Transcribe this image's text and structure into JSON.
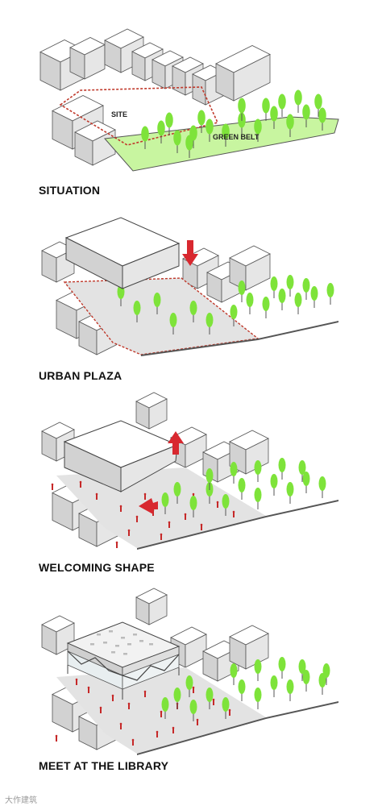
{
  "panels": [
    {
      "title": "SITUATION",
      "labels": {
        "site": "SITE",
        "green": "GREEN BELT"
      }
    },
    {
      "title": "URBAN PLAZA"
    },
    {
      "title": "WELCOMING SHAPE"
    },
    {
      "title": "MEET AT THE LIBRARY"
    }
  ],
  "watermark": "大作建筑",
  "colors": {
    "tree": "#7ee33a",
    "trunk": "#555555",
    "green_belt": "#c8f5a0",
    "site_outline": "#c0392b",
    "arrow": "#d8282f",
    "building_top": "#ffffff",
    "building_side": "#e6e6e6",
    "building_front": "#d2d2d2",
    "plaza": "#e3e3e3"
  }
}
